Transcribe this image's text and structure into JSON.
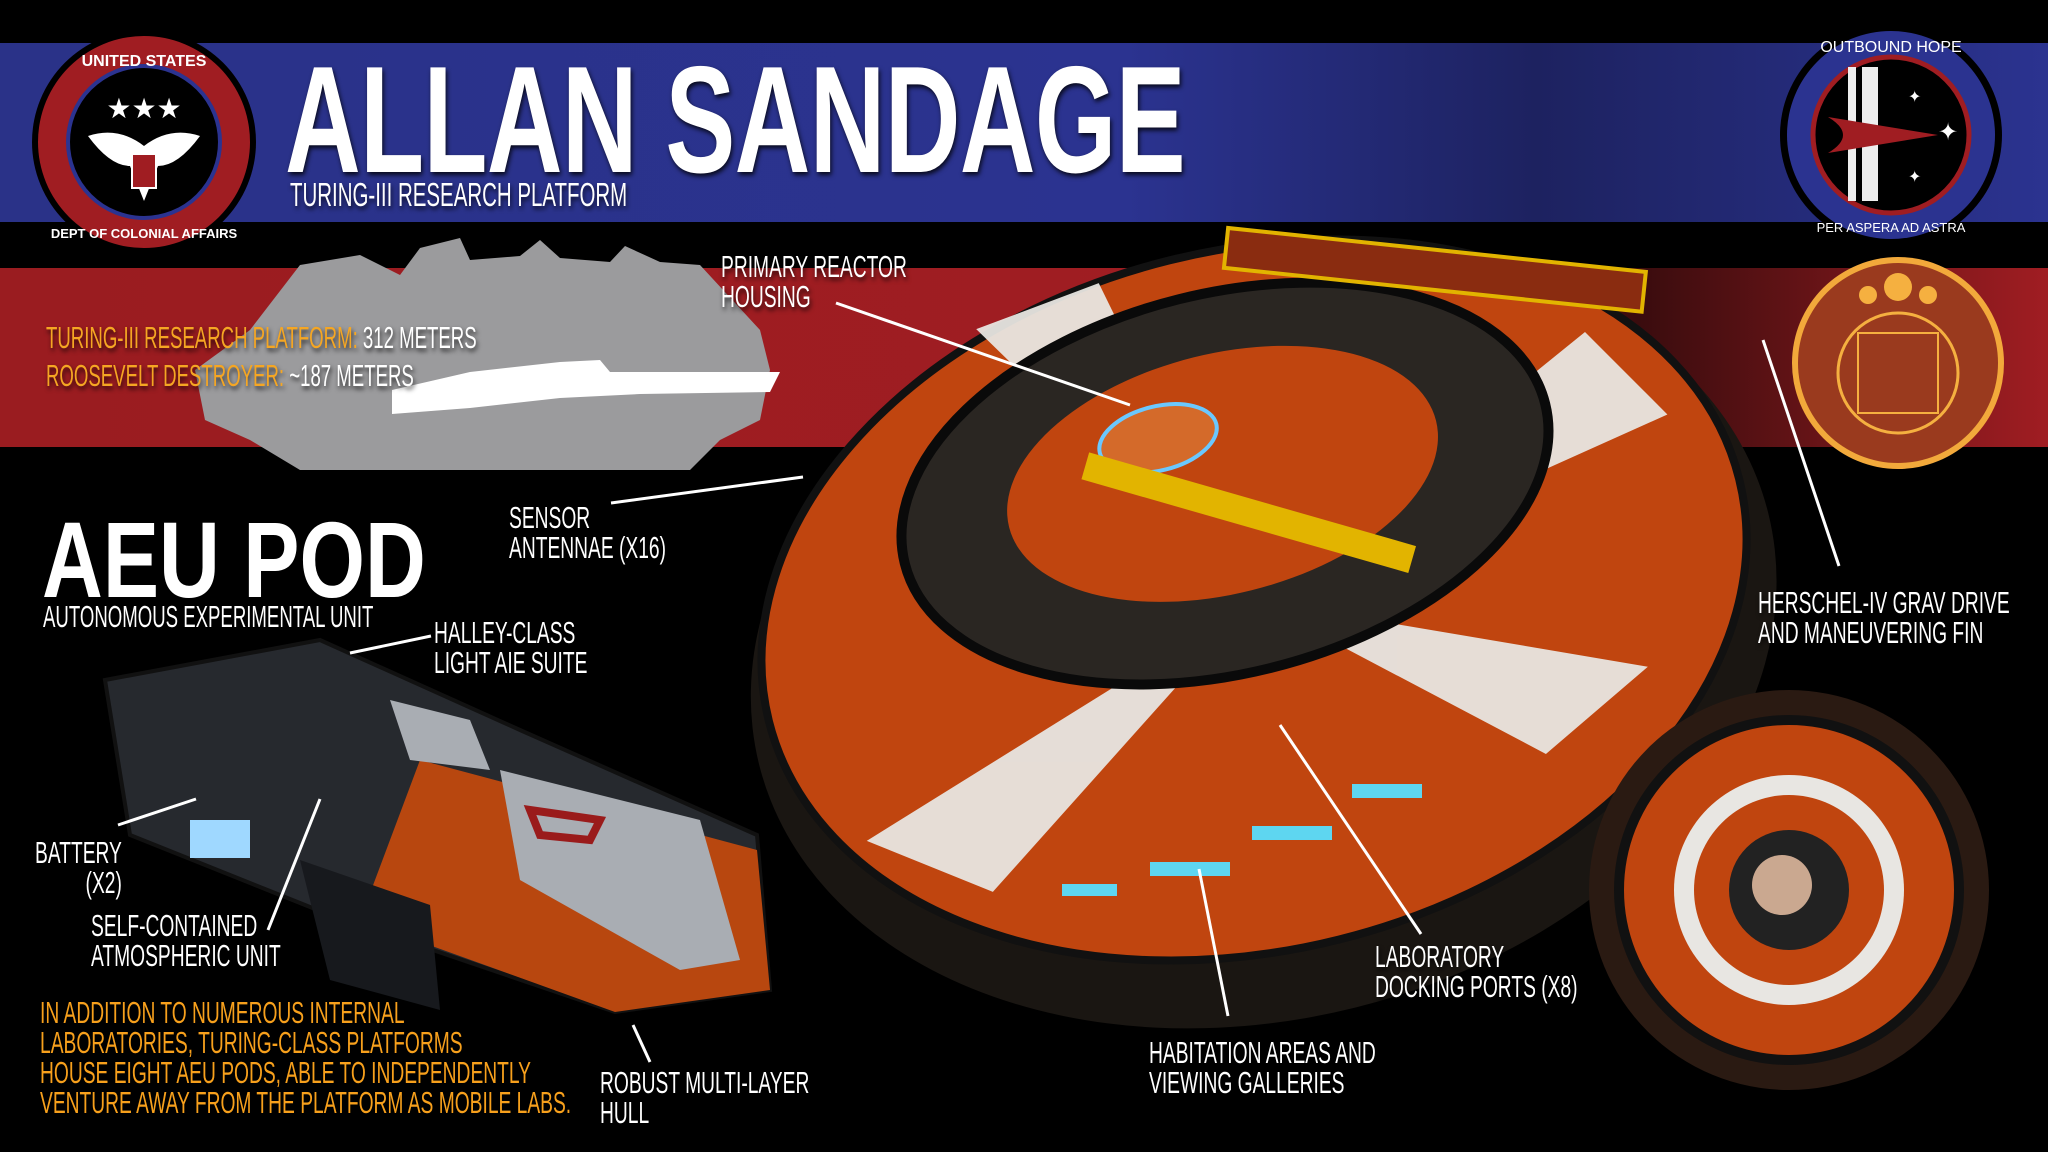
{
  "header": {
    "title": "ALLAN SANDAGE",
    "subtitle": "TURING-III RESEARCH PLATFORM"
  },
  "logos": {
    "left_seal": "UNITED STATES DEPARTMENT OF COLONIAL AFFAIRS",
    "right_seal_top": "OUTBOUND HOPE",
    "right_seal_bottom": "PER ASPERA AD ASTRA"
  },
  "comparison": [
    {
      "label": "TURING-III RESEARCH PLATFORM:",
      "value": "312 METERS"
    },
    {
      "label": "ROOSEVELT DESTROYER:",
      "value": "~187 METERS"
    }
  ],
  "platform_callouts": {
    "reactor": [
      "PRIMARY REACTOR",
      "HOUSING"
    ],
    "sensor": [
      "SENSOR",
      "ANTENNAE (X16)"
    ],
    "drive": [
      "HERSCHEL-IV GRAV DRIVE",
      "AND MANEUVERING FIN"
    ],
    "lab": [
      "LABORATORY",
      "DOCKING PORTS (X8)"
    ],
    "habitation": [
      "HABITATION AREAS AND",
      "VIEWING GALLERIES"
    ]
  },
  "pod": {
    "title": "AEU POD",
    "subtitle": "AUTONOMOUS EXPERIMENTAL UNIT",
    "callouts": {
      "halley": [
        "HALLEY-CLASS",
        "LIGHT AIE SUITE"
      ],
      "battery": [
        "BATTERY",
        "(X2)"
      ],
      "atmo": [
        "SELF-CONTAINED",
        "ATMOSPHERIC UNIT"
      ],
      "hull": [
        "ROBUST MULTI-LAYER",
        "HULL"
      ]
    },
    "description": [
      "IN ADDITION TO NUMEROUS INTERNAL",
      "LABORATORIES, TURING-CLASS PLATFORMS",
      "HOUSE EIGHT AEU PODS, ABLE TO INDEPENDENTLY",
      "VENTURE AWAY FROM THE PLATFORM AS MOBILE LABS."
    ]
  },
  "colors": {
    "blue_band": "#2b3390",
    "red_band": "#a01d22",
    "accent_orange": "#f7a01c",
    "hull_orange": "#c0450f"
  }
}
